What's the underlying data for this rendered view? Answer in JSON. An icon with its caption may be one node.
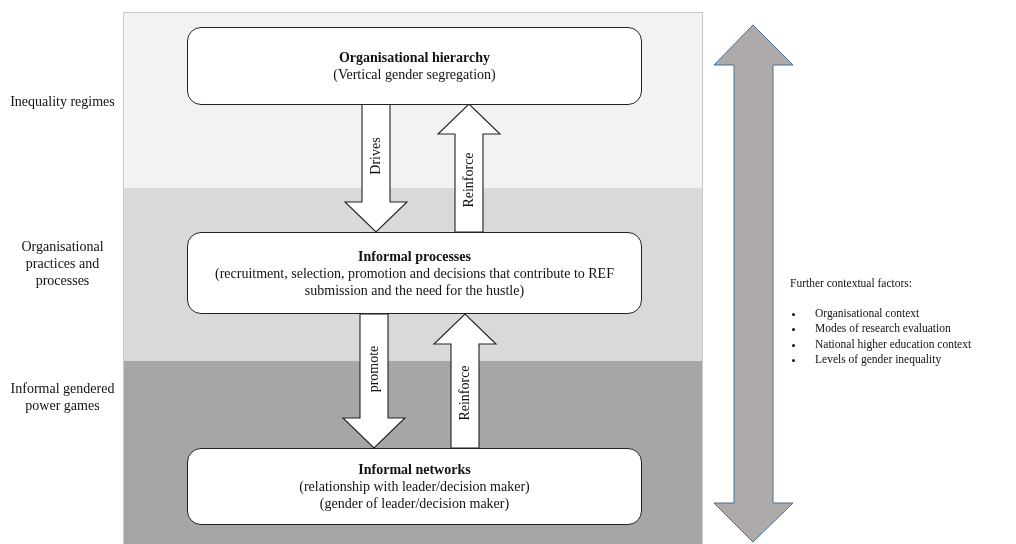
{
  "diagram": {
    "nodes": [
      {
        "text": [
          "Inequality regimes"
        ]
      },
      {
        "text": [
          "Organisational hierarchy",
          "(Vertical gender segregation)"
        ],
        "in": 0
      },
      {
        "text": [
          "Organisational practices and processes"
        ]
      },
      {
        "text": [
          "Informal processes",
          "(recruitment, selection, promotion and decisions that contribute to REF submission and the need for the hustle)"
        ],
        "in": 2
      },
      {
        "text": [
          "Informal gendered power games"
        ]
      },
      {
        "text": [
          "Informal networks",
          "(relationship with leader/decision maker)",
          "(gender of leader/decision maker)"
        ],
        "in": 4
      }
    ],
    "edges": [
      {
        "from": 1,
        "to": 3,
        "arrow": "to",
        "label": "Drives"
      },
      {
        "from": 3,
        "to": 1,
        "arrow": "to",
        "label": "Reinforce"
      },
      {
        "from": 3,
        "to": 5,
        "arrow": "to",
        "label": "promote"
      },
      {
        "from": 5,
        "to": 3,
        "arrow": "to",
        "label": "Reinforce"
      }
    ],
    "labels": [
      "Further contextual factors:",
      "Organisational context",
      "Modes of research evaluation",
      "National higher education context",
      "Levels of gender inequality"
    ]
  }
}
